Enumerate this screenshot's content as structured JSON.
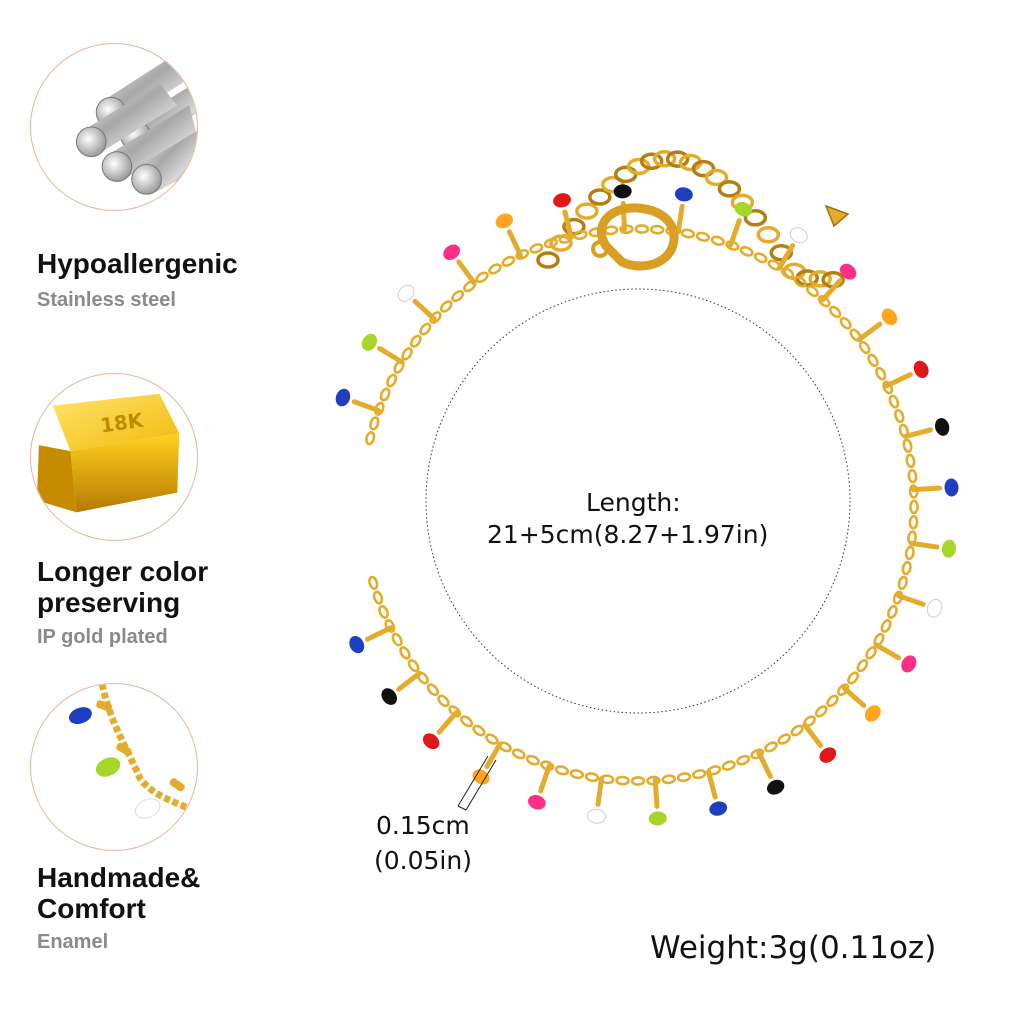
{
  "features": [
    {
      "icon": "steel-rods-icon",
      "title": "Hypoallergenic",
      "subtitle": "Stainless steel"
    },
    {
      "icon": "gold-bar-icon",
      "title_lines": [
        "Longer color",
        "preserving"
      ],
      "subtitle": "IP gold plated",
      "badge": "18K"
    },
    {
      "icon": "enamel-chain-icon",
      "title_lines": [
        "Handmade&",
        "Comfort"
      ],
      "subtitle": "Enamel"
    }
  ],
  "specs": {
    "length_label": "Length:",
    "length_value": "21+5cm(8.27+1.97in)",
    "thickness_cm": "0.15cm",
    "thickness_in": "(0.05in)",
    "weight": "Weight:3g(0.11oz)"
  },
  "colors": {
    "gold": "#e4ac2c",
    "gold_dark": "#b57d12",
    "circle_border": "#e8b59e",
    "enamel": [
      "#1f3fbf",
      "#a6d62a",
      "#ffffff",
      "#ff2f87",
      "#ffa51f",
      "#e01818",
      "#111111"
    ]
  }
}
